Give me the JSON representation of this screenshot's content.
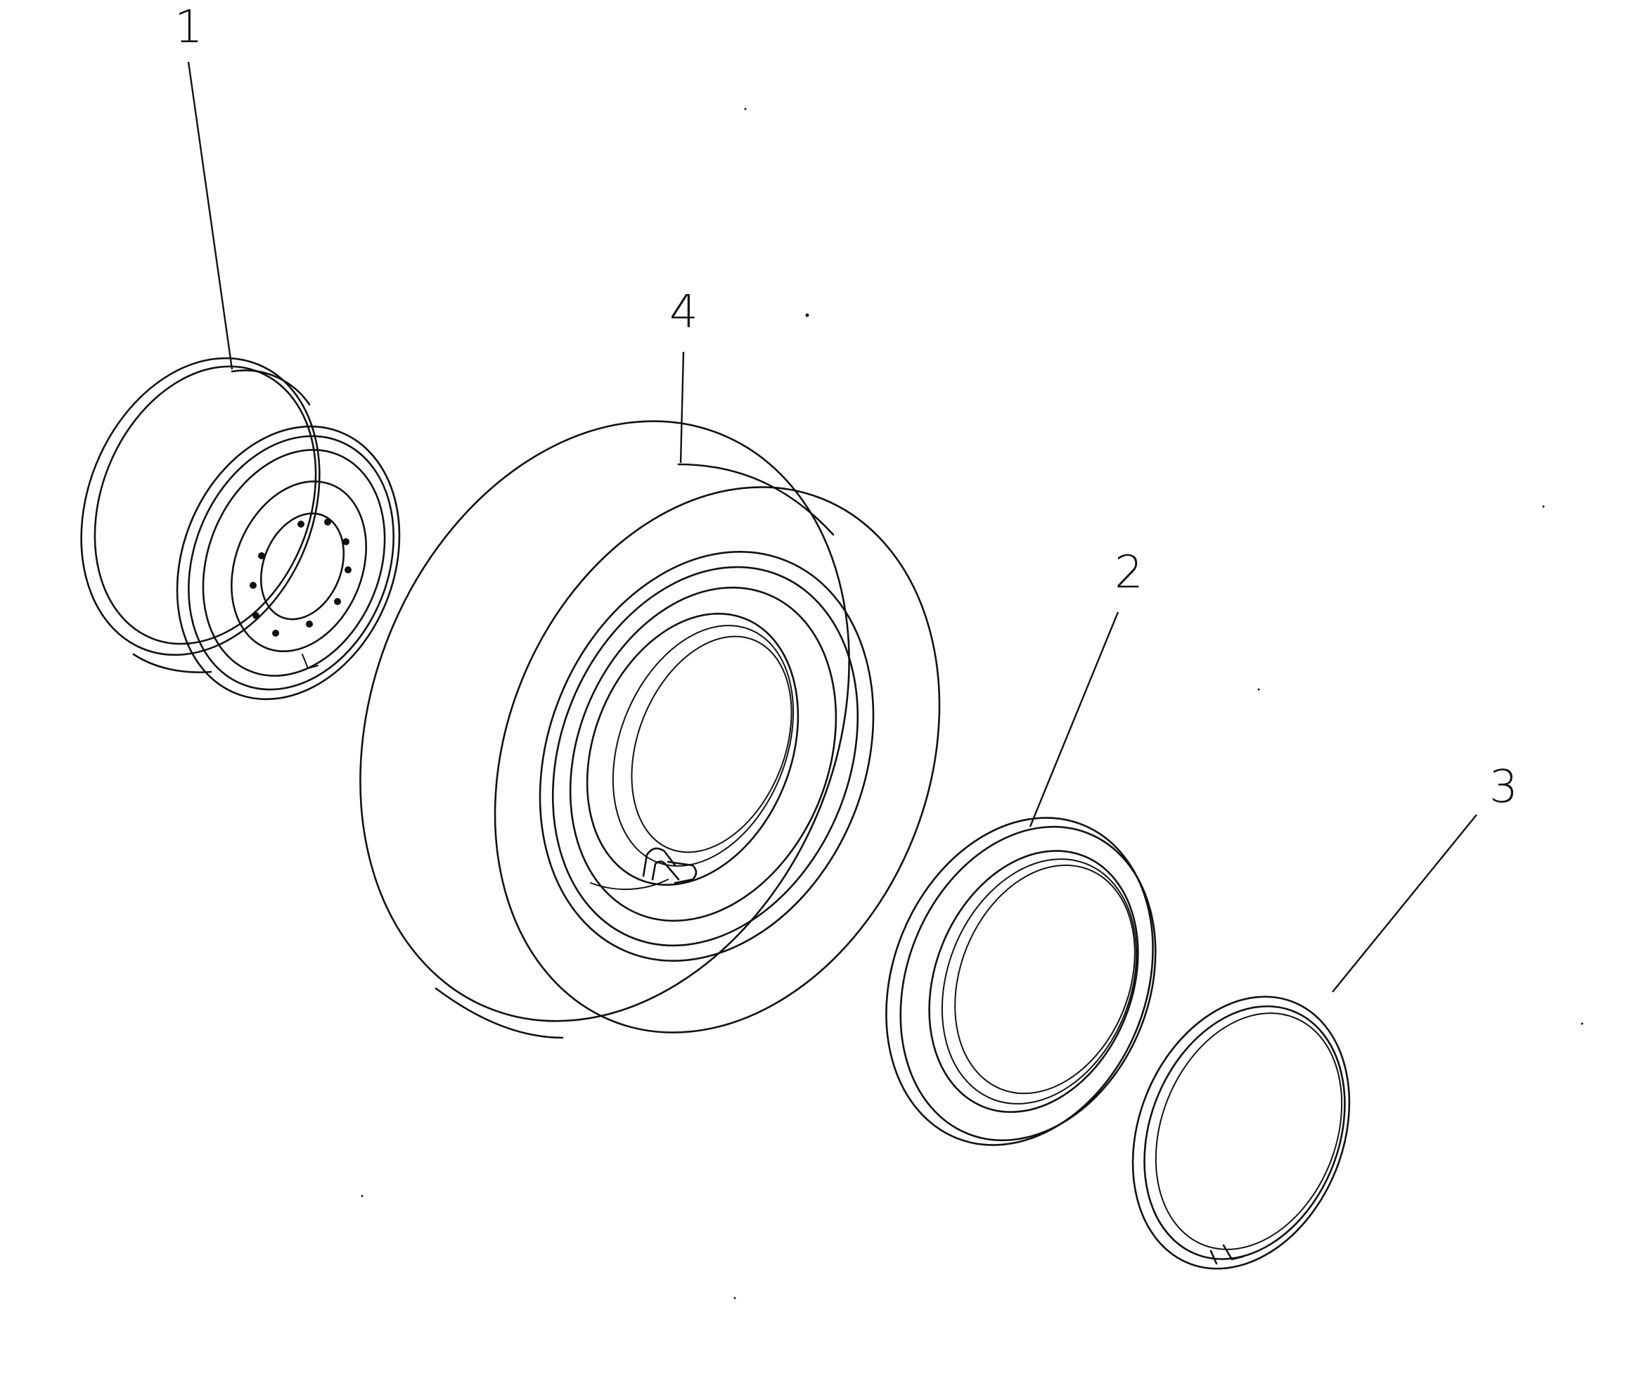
{
  "callouts": [
    {
      "id": "1",
      "label": "1",
      "part": "rim-wheel"
    },
    {
      "id": "2",
      "label": "2",
      "part": "side-ring"
    },
    {
      "id": "3",
      "label": "3",
      "part": "lock-ring"
    },
    {
      "id": "4",
      "label": "4",
      "part": "tire"
    }
  ],
  "colors": {
    "line": "#111111",
    "background": "#ffffff"
  }
}
